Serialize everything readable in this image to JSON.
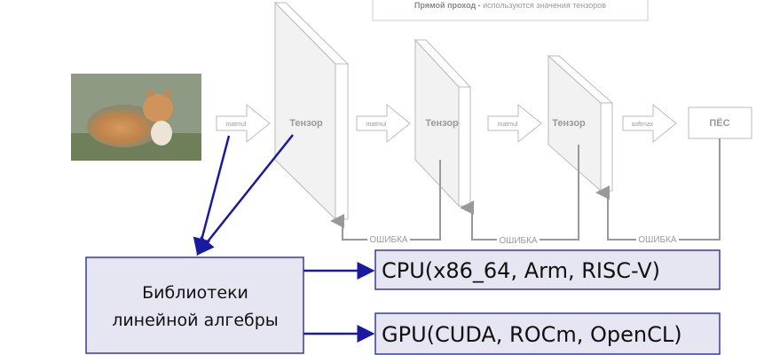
{
  "header": {
    "bold": "Прямой проход -",
    "rest": " используются значения тензоров"
  },
  "ops": [
    "matmul",
    "matmul",
    "matmul",
    "softmax"
  ],
  "tensors": [
    "Тензор",
    "Тензор",
    "Тензор"
  ],
  "output_label": "ПЁС",
  "error_labels": [
    "ОШИБКА",
    "ОШИБКА",
    "ОШИБКА"
  ],
  "library": {
    "line1": "Библиотеки",
    "line2": "линейной алгебры"
  },
  "backends": {
    "cpu": "CPU(x86_64, Arm, RISC-V)",
    "gpu": "GPU(CUDA, ROCm, OpenCL)"
  },
  "colors": {
    "accent": "#1a1aa0",
    "box_fill": "#e6e6f2",
    "diagram_gray": "#a0a0a0"
  }
}
